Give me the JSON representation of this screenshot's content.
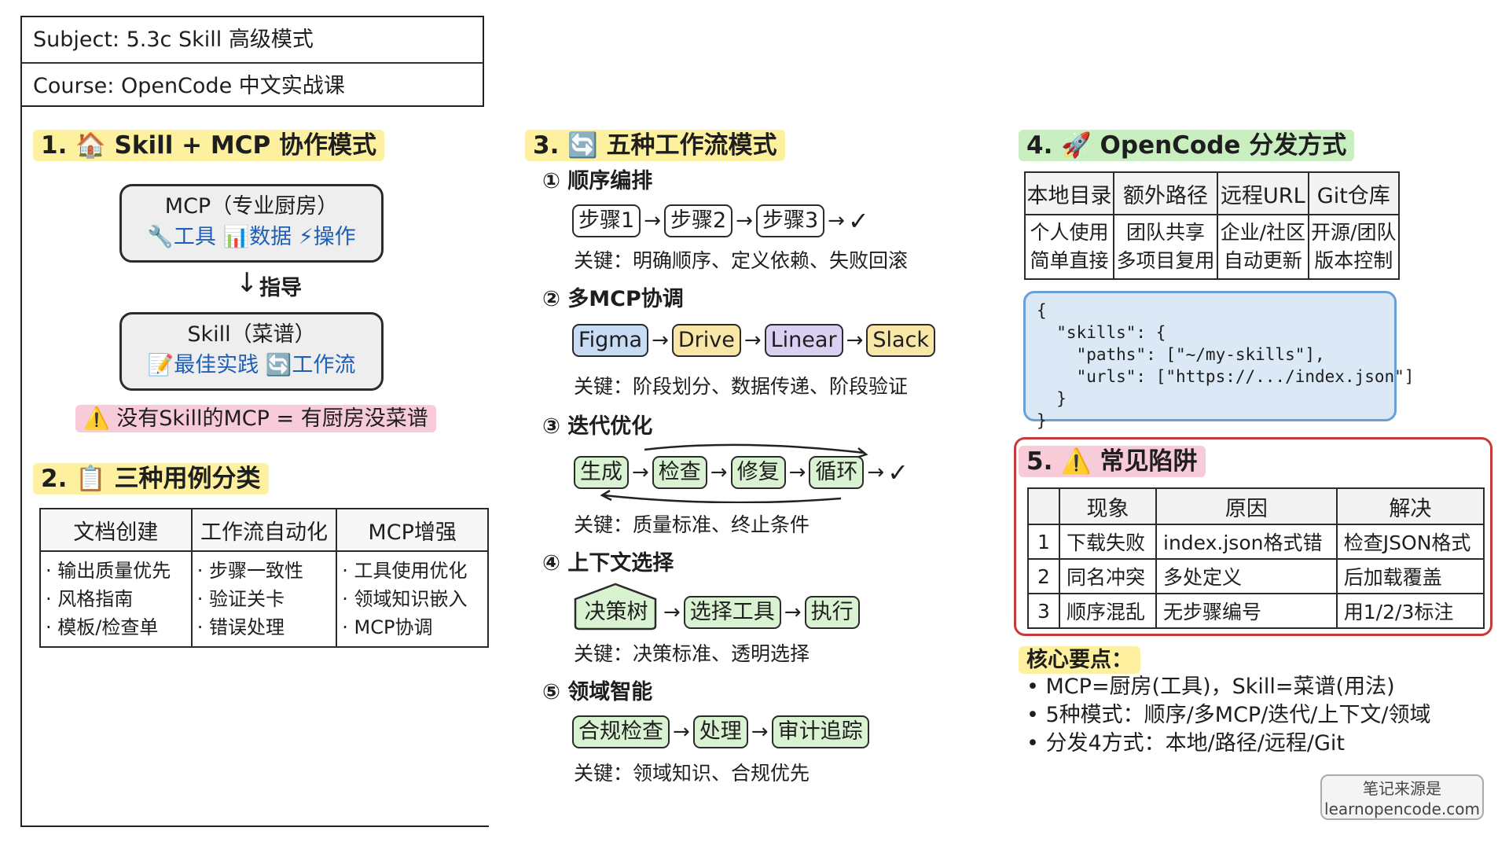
{
  "header": {
    "subject": "Subject: 5.3c Skill 高级模式",
    "course": "Course: OpenCode 中文实战课"
  },
  "section1": {
    "title": "1. 🏠 Skill + MCP 协作模式",
    "mcp_title": "MCP（专业厨房）",
    "mcp_items": "🔧工具 📊数据 ⚡操作",
    "guide_label": "指导",
    "skill_title": "Skill（菜谱）",
    "skill_items": "📝最佳实践 🔄工作流",
    "warning": "⚠️ 没有Skill的MCP = 有厨房没菜谱"
  },
  "section2": {
    "title": "2. 📋 三种用例分类",
    "columns": [
      {
        "header": "文档创建",
        "items": [
          "· 输出质量优先",
          "· 风格指南",
          "· 模板/检查单"
        ]
      },
      {
        "header": "工作流自动化",
        "items": [
          "· 步骤一致性",
          "· 验证关卡",
          "· 错误处理"
        ]
      },
      {
        "header": "MCP增强",
        "items": [
          "· 工具使用优化",
          "· 领域知识嵌入",
          "· MCP协调"
        ]
      }
    ]
  },
  "section3": {
    "title": "3. 🔄 五种工作流模式",
    "check_mark": "✓",
    "patterns": [
      {
        "label": "① 顺序编排",
        "steps": [
          "步骤1",
          "步骤2",
          "步骤3"
        ],
        "key": "关键：明确顺序、定义依赖、失败回滚"
      },
      {
        "label": "② 多MCP协调",
        "steps": [
          "Figma",
          "Drive",
          "Linear",
          "Slack"
        ],
        "key": "关键：阶段划分、数据传递、阶段验证"
      },
      {
        "label": "③ 迭代优化",
        "steps": [
          "生成",
          "检查",
          "修复",
          "循环"
        ],
        "key": "关键：质量标准、终止条件"
      },
      {
        "label": "④ 上下文选择",
        "steps": [
          "决策树",
          "选择工具",
          "执行"
        ],
        "key": "关键：决策标准、透明选择"
      },
      {
        "label": "⑤ 领域智能",
        "steps": [
          "合规检查",
          "处理",
          "审计追踪"
        ],
        "key": "关键：领域知识、合规优先"
      }
    ],
    "colors": {
      "figma": "#c9dcf5",
      "drive": "#f9e7a8",
      "linear": "#d9d0f2",
      "slack": "#f9e7a8",
      "green": "#d9f2d2"
    }
  },
  "section4": {
    "title": "4. 🚀 OpenCode 分发方式",
    "headers": [
      "本地目录",
      "额外路径",
      "远程URL",
      "Git仓库"
    ],
    "cells": [
      [
        "个人使用",
        "团队共享",
        "企业/社区",
        "开源/团队"
      ],
      [
        "简单直接",
        "多项目复用",
        "自动更新",
        "版本控制"
      ]
    ],
    "code": "{\n  \"skills\": {\n    \"paths\": [\"~/my-skills\"],\n    \"urls\": [\"https://.../index.json\"]\n  }\n}"
  },
  "section5": {
    "title": "5. ⚠️ 常见陷阱",
    "headers": [
      "",
      "现象",
      "原因",
      "解决"
    ],
    "rows": [
      [
        "1",
        "下载失败",
        "index.json格式错",
        "检查JSON格式"
      ],
      [
        "2",
        "同名冲突",
        "多处定义",
        "后加载覆盖"
      ],
      [
        "3",
        "顺序混乱",
        "无步骤编号",
        "用1/2/3标注"
      ]
    ]
  },
  "core": {
    "title": "核心要点：",
    "points": [
      "• MCP=厨房(工具)，Skill=菜谱(用法)",
      "• 5种模式：顺序/多MCP/迭代/上下文/领域",
      "• 分发4方式：本地/路径/远程/Git"
    ]
  },
  "footer": {
    "line1": "笔记来源是",
    "line2": "learnopencode.com"
  }
}
